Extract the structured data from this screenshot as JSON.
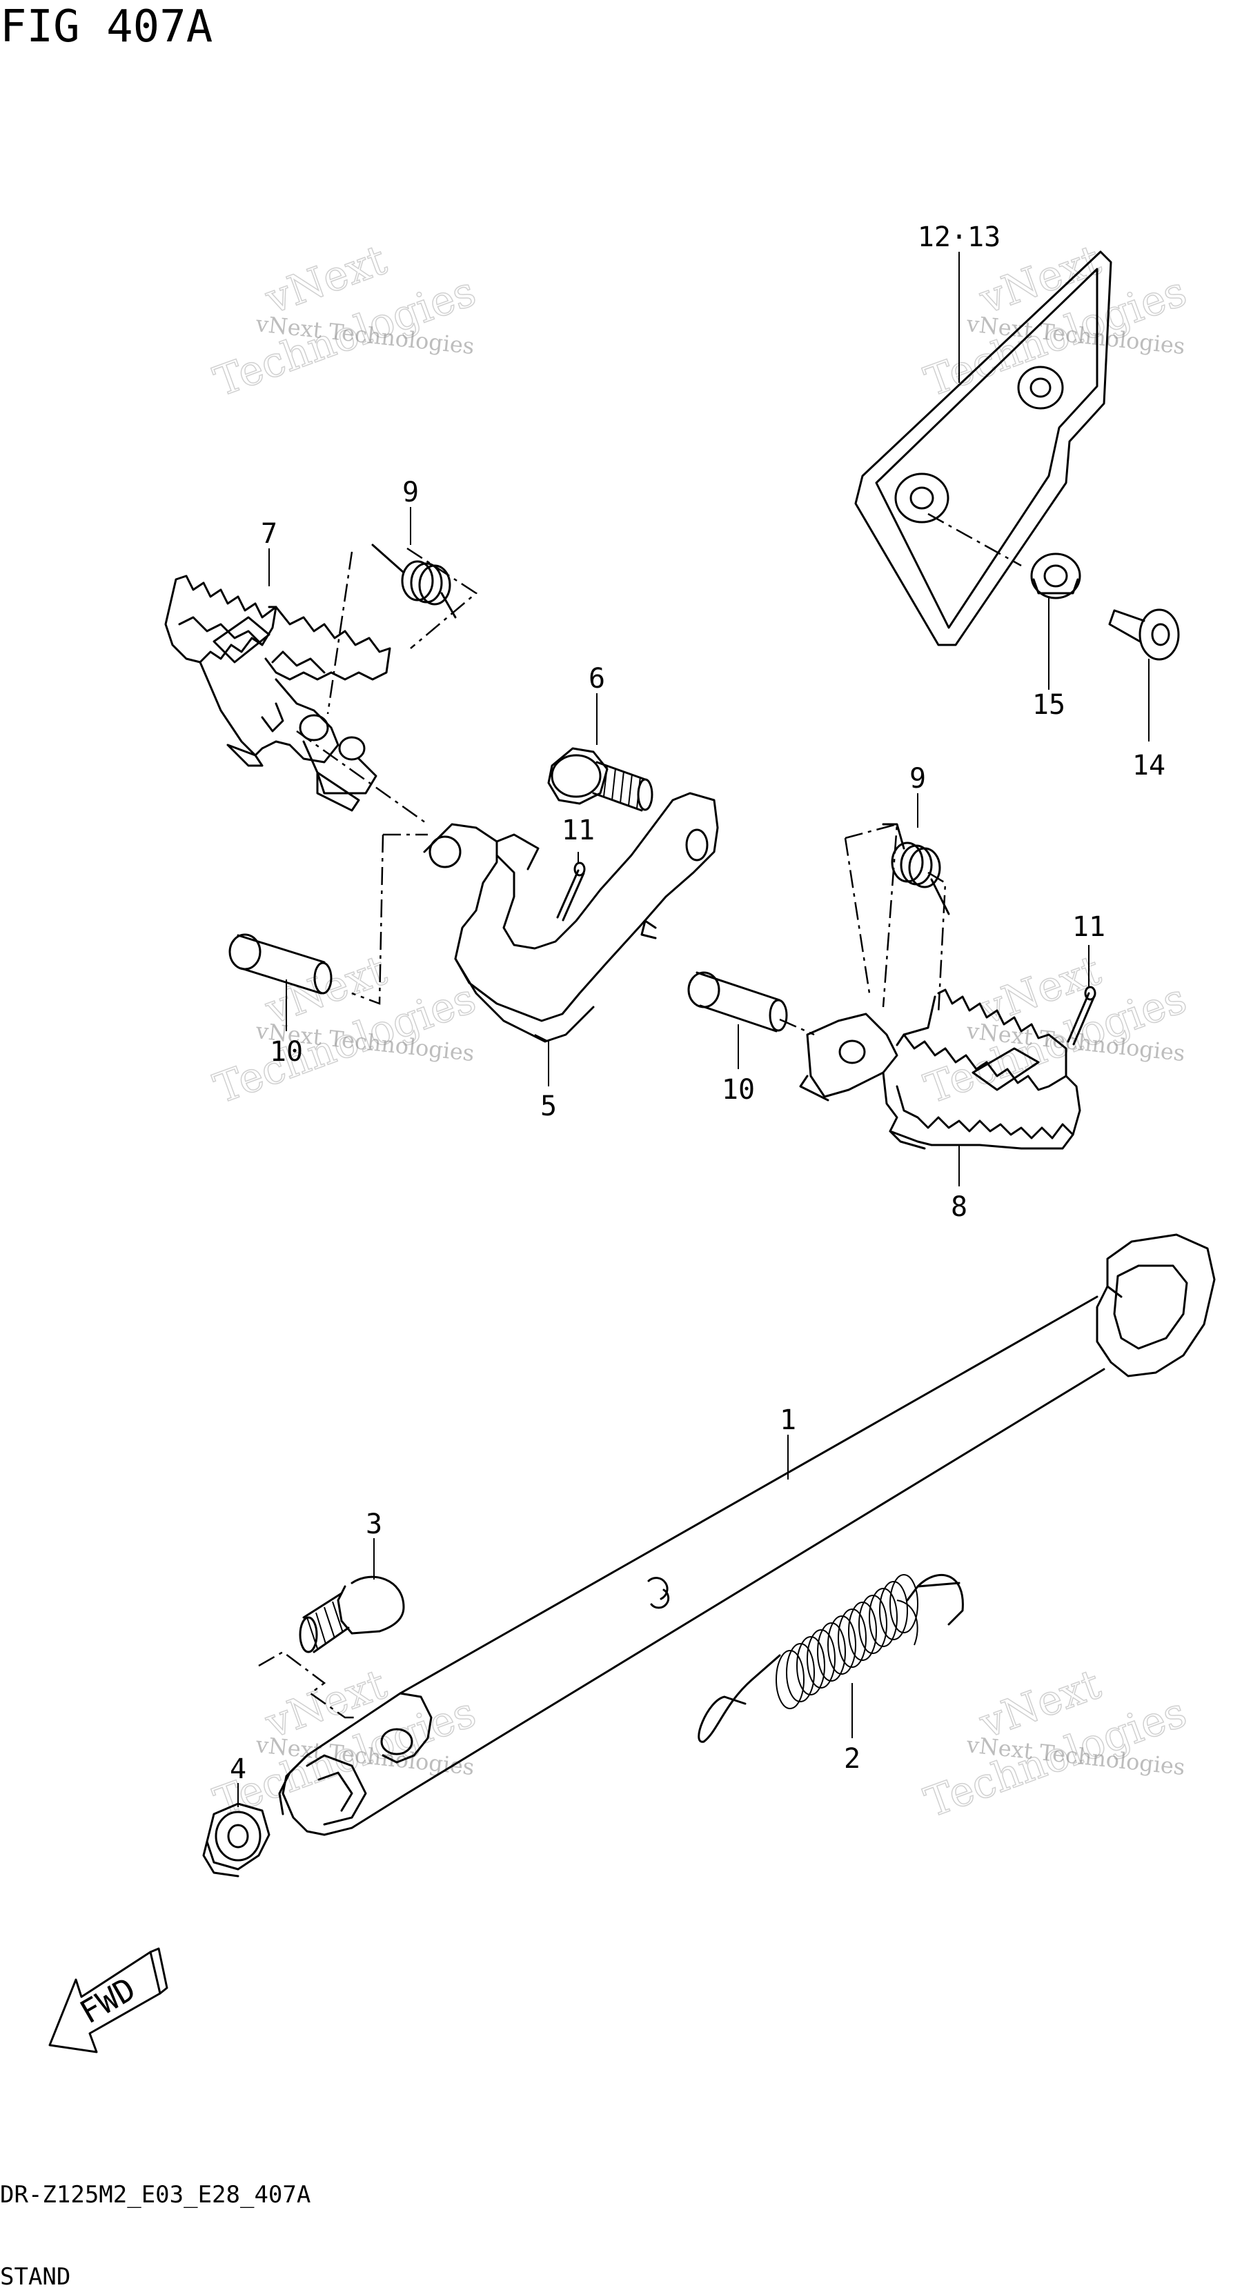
{
  "figure": {
    "title": "FIG 407A",
    "code": "DR-Z125M2_E03_E28_407A",
    "name": "STAND"
  },
  "callouts": [
    {
      "id": "c1",
      "label": "1"
    },
    {
      "id": "c2",
      "label": "2"
    },
    {
      "id": "c3",
      "label": "3"
    },
    {
      "id": "c4",
      "label": "4"
    },
    {
      "id": "c5",
      "label": "5"
    },
    {
      "id": "c6",
      "label": "6"
    },
    {
      "id": "c7",
      "label": "7"
    },
    {
      "id": "c8",
      "label": "8"
    },
    {
      "id": "c9a",
      "label": "9"
    },
    {
      "id": "c9b",
      "label": "9"
    },
    {
      "id": "c10a",
      "label": "10"
    },
    {
      "id": "c10b",
      "label": "10"
    },
    {
      "id": "c11a",
      "label": "11"
    },
    {
      "id": "c11b",
      "label": "11"
    },
    {
      "id": "c12",
      "label": "12·13"
    },
    {
      "id": "c14",
      "label": "14"
    },
    {
      "id": "c15",
      "label": "15"
    }
  ],
  "watermark": {
    "line1": "vNext Technologies",
    "line2": "vNext",
    "line3": "Technologies"
  },
  "fwd_arrow": {
    "label": "FWD"
  }
}
